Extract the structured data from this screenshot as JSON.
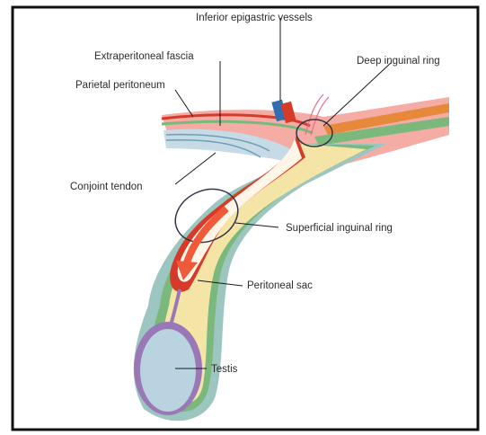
{
  "labels": {
    "inferior_epigastric_vessels": "Inferior epigastric vessels",
    "extraperitoneal_fascia": "Extraperitoneal fascia",
    "deep_inguinal_ring": "Deep inguinal ring",
    "parietal_peritoneum": "Parietal peritoneum",
    "conjoint_tendon": "Conjoint tendon",
    "superficial_inguinal_ring": "Superficial inguinal ring",
    "peritoneal_sac": "Peritoneal sac",
    "testis": "Testis"
  },
  "colors": {
    "frame": "#111111",
    "background": "#ffffff",
    "outer_layer": "#9cc6bf",
    "green_layer": "#7ab87c",
    "yellow_fascia": "#f4e4a6",
    "orange_layer": "#e7893a",
    "red_peritoneum": "#d63b2a",
    "pink_muscle": "#f3a39a",
    "blue_fascia": "#c6dbe6",
    "testis_fill": "#b9d3e0",
    "tunica": "#9a78b8",
    "arrow": "#ee5a3a"
  }
}
